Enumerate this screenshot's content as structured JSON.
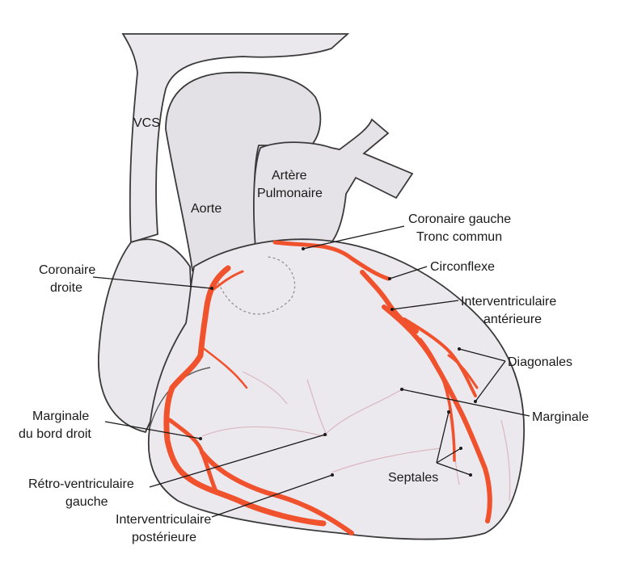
{
  "colors": {
    "heart_fill": "#ece9ee",
    "vessel_fill": "#e3dfe5",
    "outline": "#3a3a3a",
    "artery": "#f0522e",
    "artery_faint": "#f1b7bd",
    "label_text": "#1a1a1a"
  },
  "labels": {
    "vcs": "VCS",
    "aorte": "Aorte",
    "artere_line1": "Artère",
    "artere_line2": "Pulmonaire",
    "coronaire_gauche_line1": "Coronaire gauche",
    "coronaire_gauche_line2": "Tronc commun",
    "circonflexe": "Circonflexe",
    "interventriculaire_ant_line1": "Interventriculaire",
    "interventriculaire_ant_line2": "antérieure",
    "diagonales": "Diagonales",
    "marginale": "Marginale",
    "septales": "Septales",
    "coronaire_droite_line1": "Coronaire",
    "coronaire_droite_line2": "droite",
    "marginale_bord_droit_line1": "Marginale",
    "marginale_bord_droit_line2": "du bord droit",
    "retro_line1": "Rétro-ventriculaire",
    "retro_line2": "gauche",
    "interventriculaire_post_line1": "Interventriculaire",
    "interventriculaire_post_line2": "postérieure"
  }
}
